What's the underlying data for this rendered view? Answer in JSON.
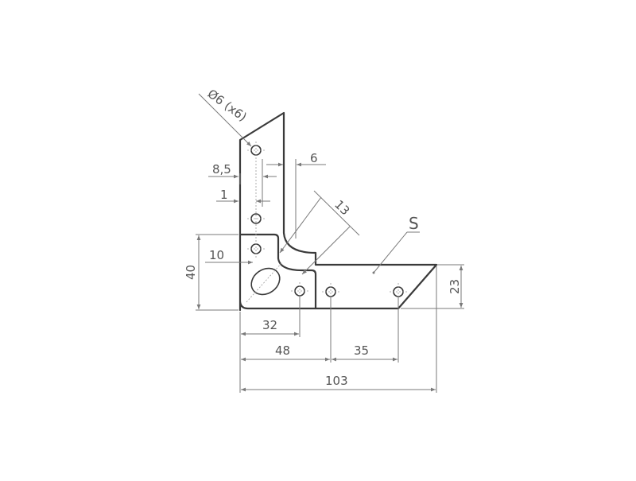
{
  "drawing": {
    "hole_callout": "Ø6 (x6)",
    "surface_label": "S",
    "dimensions": {
      "dim_8_5": "8,5",
      "dim_1": "1",
      "dim_6": "6",
      "dim_13": "13",
      "dim_40": "40",
      "dim_10": "10",
      "dim_23": "23",
      "dim_32": "32",
      "dim_48": "48",
      "dim_35": "35",
      "dim_103": "103"
    }
  }
}
